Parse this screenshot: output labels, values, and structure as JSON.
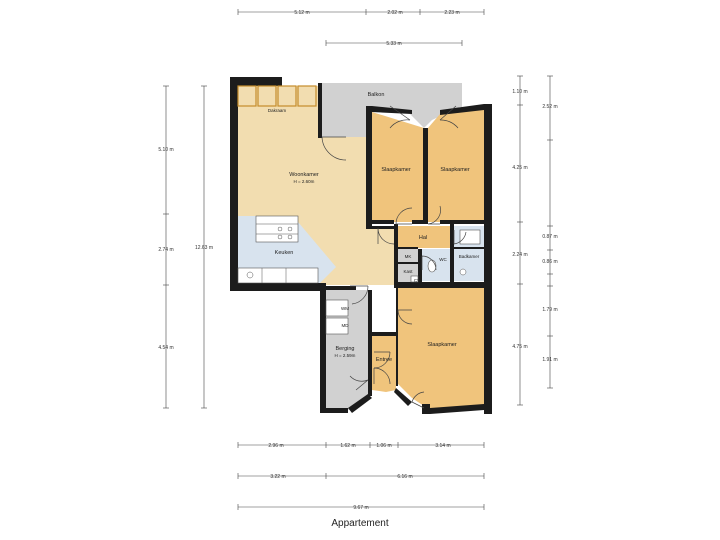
{
  "title": "Appartement",
  "rooms": {
    "balkon": "Balkon",
    "dakraam": "Dakraam",
    "woonkamer": "Woonkamer",
    "woonkamer_h": "H = 2.60m",
    "keuken": "Keuken",
    "slaapkamer1": "Slaapkamer",
    "slaapkamer2": "Slaapkamer",
    "slaapkamer3": "Slaapkamer",
    "hal": "Hal",
    "mk": "MK",
    "wc": "WC",
    "badkamer": "Badkamer",
    "kast": "Kast",
    "cv": "CV",
    "wm": "WM",
    "md": "MD",
    "berging": "Berging",
    "berging_h": "H = 2.59m",
    "entree": "Entree"
  },
  "dimensions": {
    "top1": [
      "5.12 m",
      "2.02 m",
      "2.23 m"
    ],
    "top2": "5.33 m",
    "left1": [
      "5.10 m",
      "2.74 m",
      "4.54 m"
    ],
    "left2": "12.63 m",
    "right1": [
      "1.10 m",
      "4.25 m",
      "2.24 m",
      "4.75 m"
    ],
    "right2": [
      "2.52 m",
      "0.87 m",
      "0.86 m",
      "1.79 m",
      "1.91 m"
    ],
    "bottom1": [
      "2.96 m",
      "1.62 m",
      "1.06 m",
      "3.14 m"
    ],
    "bottom2": [
      "3.22 m",
      "6.16 m"
    ],
    "bottom3": "9.67 m"
  },
  "colors": {
    "living": "#f2ddb0",
    "bedroom": "#f0c47c",
    "kitchen": "#d8e3ee",
    "storage": "#d1d1d1",
    "wall": "#1c1c1c"
  }
}
